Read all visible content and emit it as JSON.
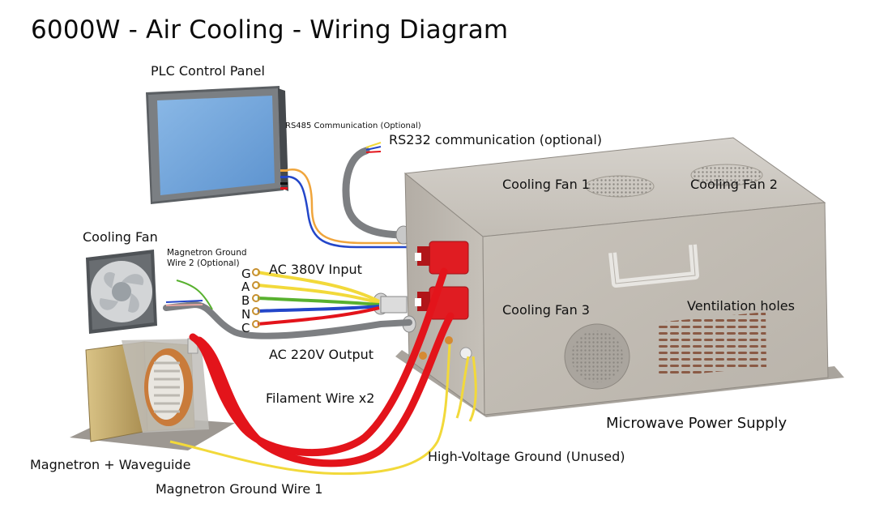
{
  "title": "6000W - Air Cooling - Wiring Diagram",
  "labels": {
    "plc_control_panel": "PLC Control Panel",
    "rs485": "RS485 Communication (Optional)",
    "rs232": "RS232 communication (optional)",
    "cooling_fan_1": "Cooling Fan 1",
    "cooling_fan_2": "Cooling Fan 2",
    "cooling_fan_3": "Cooling Fan 3",
    "ventilation_holes": "Ventilation holes",
    "cooling_fan": "Cooling Fan",
    "magnetron_ground_wire_2": "Magnetron Ground Wire 2 (Optional)",
    "magnetron_ground_wire_2_line1": "Magnetron Ground",
    "magnetron_ground_wire_2_line2": "Wire 2 (Optional)",
    "ac380_input": "AC 380V Input",
    "terminal_g": "G",
    "terminal_a": "A",
    "terminal_b": "B",
    "terminal_n": "N",
    "terminal_c": "C",
    "ac220_output": "AC 220V Output",
    "filament_wire": "Filament Wire x2",
    "microwave_power_supply": "Microwave Power Supply",
    "magnetron_waveguide": "Magnetron + Waveguide",
    "high_voltage_ground": "High-Voltage Ground (Unused)",
    "magnetron_ground_wire_1": "Magnetron Ground Wire 1"
  },
  "colors": {
    "panel_screen": "#6fa3d8",
    "panel_frame": "#6b6f73",
    "cabinet": "#c9c4bd",
    "cabinet_shadow": "#a9a49d",
    "connector_red": "#e01c22",
    "wire_red": "#e3141b",
    "wire_yellow": "#f2d93a",
    "wire_blue": "#2346c9",
    "wire_green": "#58b12f",
    "wire_orange": "#f0a53c",
    "cable_gray": "#7d7f82",
    "magnetron_gold": "#c1a76a"
  }
}
